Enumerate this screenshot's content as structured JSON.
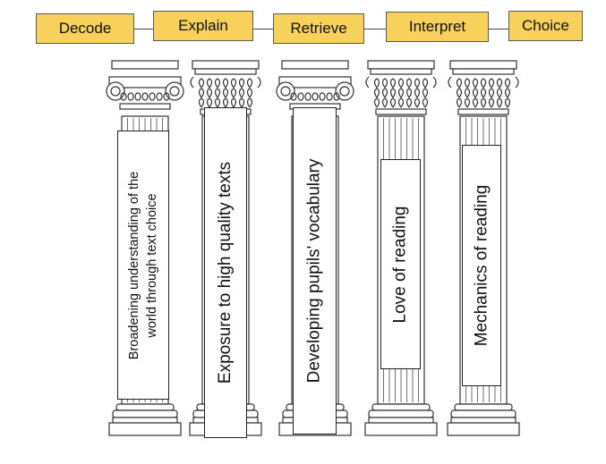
{
  "header": {
    "steps": [
      {
        "label": "Decode"
      },
      {
        "label": "Explain"
      },
      {
        "label": "Retrieve"
      },
      {
        "label": "Interpret"
      },
      {
        "label": "Choice"
      }
    ]
  },
  "pillars": [
    {
      "label_lines": [
        "Broadening understanding of the",
        "world through text choice"
      ],
      "capital": "ionic"
    },
    {
      "label_lines": [
        "Exposure to high quality texts"
      ],
      "capital": "corinthian"
    },
    {
      "label_lines": [
        "Developing pupils' vocabulary"
      ],
      "capital": "ionic"
    },
    {
      "label_lines": [
        "Love of reading"
      ],
      "capital": "corinthian"
    },
    {
      "label_lines": [
        "Mechanics of reading"
      ],
      "capital": "corinthian"
    }
  ],
  "colors": {
    "header_fill": "#f7d15c",
    "stroke": "#333333"
  }
}
